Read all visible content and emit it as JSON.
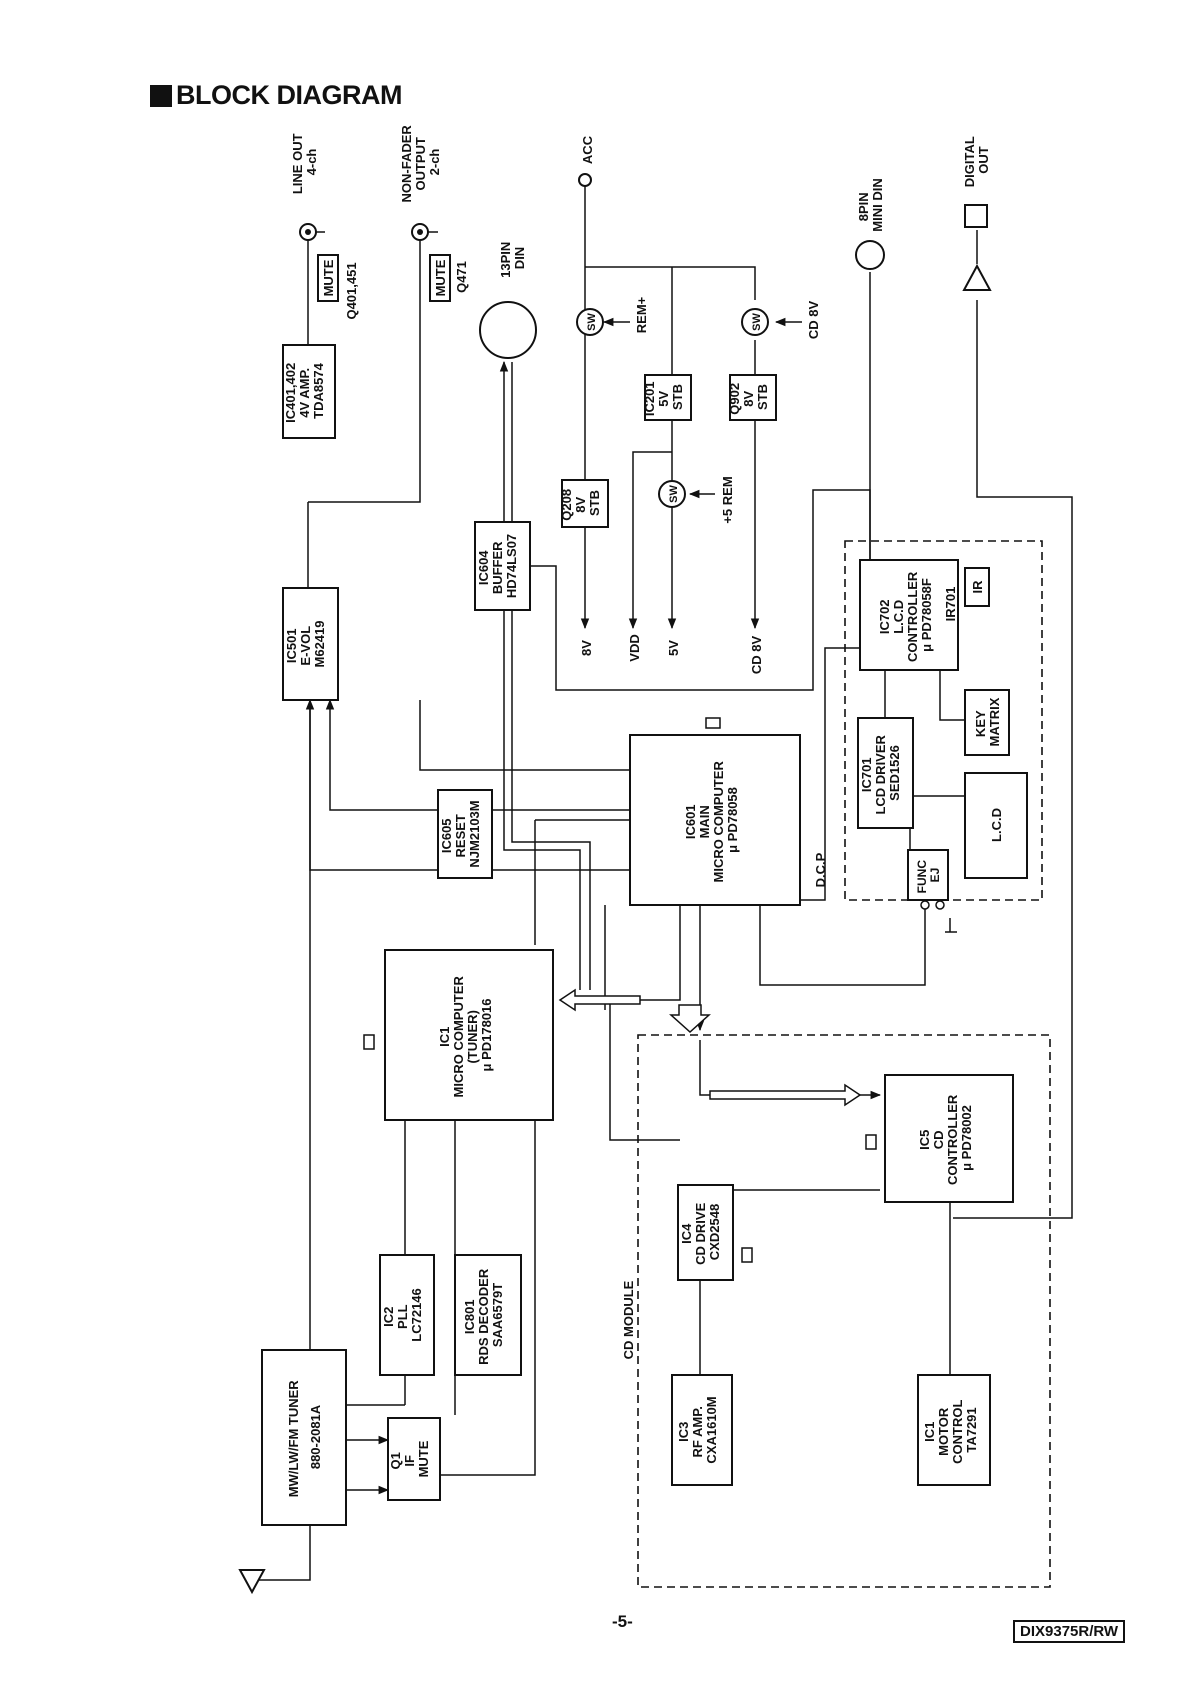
{
  "title": "BLOCK DIAGRAM",
  "page_number": "-5-",
  "model": "DIX9375R/RW",
  "blocks": {
    "ic401": [
      "IC401,402",
      "4V AMP.",
      "TDA8574"
    ],
    "ic501": [
      "IC501",
      "E-VOL",
      "M62419"
    ],
    "ic604": [
      "IC604",
      "BUFFER",
      "HD74LS07"
    ],
    "q208": [
      "Q208",
      "8V",
      "STB"
    ],
    "ic201": [
      "IC201",
      "5V",
      "STB"
    ],
    "q902": [
      "Q902",
      "8V",
      "STB"
    ],
    "ic702": [
      "IC702",
      "L.C.D",
      "CONTROLLER",
      "μ PD78058F"
    ],
    "ir701": [
      "IR701",
      "IR"
    ],
    "key": [
      "KEY",
      "MATRIX"
    ],
    "ic701": [
      "IC701",
      "LCD DRIVER",
      "SED1526"
    ],
    "lcd": [
      "L.C.D"
    ],
    "func": [
      "FUNC",
      "EJ"
    ],
    "ic605": [
      "IC605",
      "RESET",
      "NJM2103M"
    ],
    "ic601": [
      "IC601",
      "MAIN",
      "MICRO COMPUTER",
      "μ PD78058"
    ],
    "ic1t": [
      "IC1",
      "MICRO COMPUTER",
      "(TUNER)",
      "μ PD178016"
    ],
    "ic5": [
      "IC5",
      "CD",
      "CONTROLLER",
      "μ PD78002"
    ],
    "ic4": [
      "IC4",
      "CD DRIVE",
      "CXD2548"
    ],
    "ic2": [
      "IC2",
      "PLL",
      "LC72146"
    ],
    "ic801": [
      "IC801",
      "RDS DECODER",
      "SAA6579T"
    ],
    "tuner": [
      "MW/LW/FM TUNER",
      "880-2081A"
    ],
    "q1": [
      "Q1",
      "IF",
      "MUTE"
    ],
    "ic3": [
      "IC3",
      "RF AMP.",
      "CXA1610M"
    ],
    "ic1m": [
      "IC1",
      "MOTOR",
      "CONTROL",
      "TA7291"
    ]
  },
  "labels": {
    "line_out": [
      "LINE OUT",
      "4-ch"
    ],
    "non_fader": [
      "NON-FADER",
      "OUTPUT",
      "2-ch"
    ],
    "pin13": [
      "13PIN",
      "DIN"
    ],
    "acc": "ACC",
    "pin8": [
      "8PIN",
      "MINI DIN"
    ],
    "digital_out": [
      "DIGITAL",
      "OUT"
    ],
    "mute1": "MUTE",
    "q401": "Q401,451",
    "mute2": "MUTE",
    "q471": "Q471",
    "sw": "SW",
    "rem_plus": "REM+",
    "rem5": "+5 REM",
    "cd8v": "CD 8V",
    "out_8v": "8V",
    "out_vdd": "VDD",
    "out_5v": "5V",
    "out_cd8v": "CD 8V",
    "dcp": "D.C.P",
    "cd_module": "CD MODULE"
  }
}
